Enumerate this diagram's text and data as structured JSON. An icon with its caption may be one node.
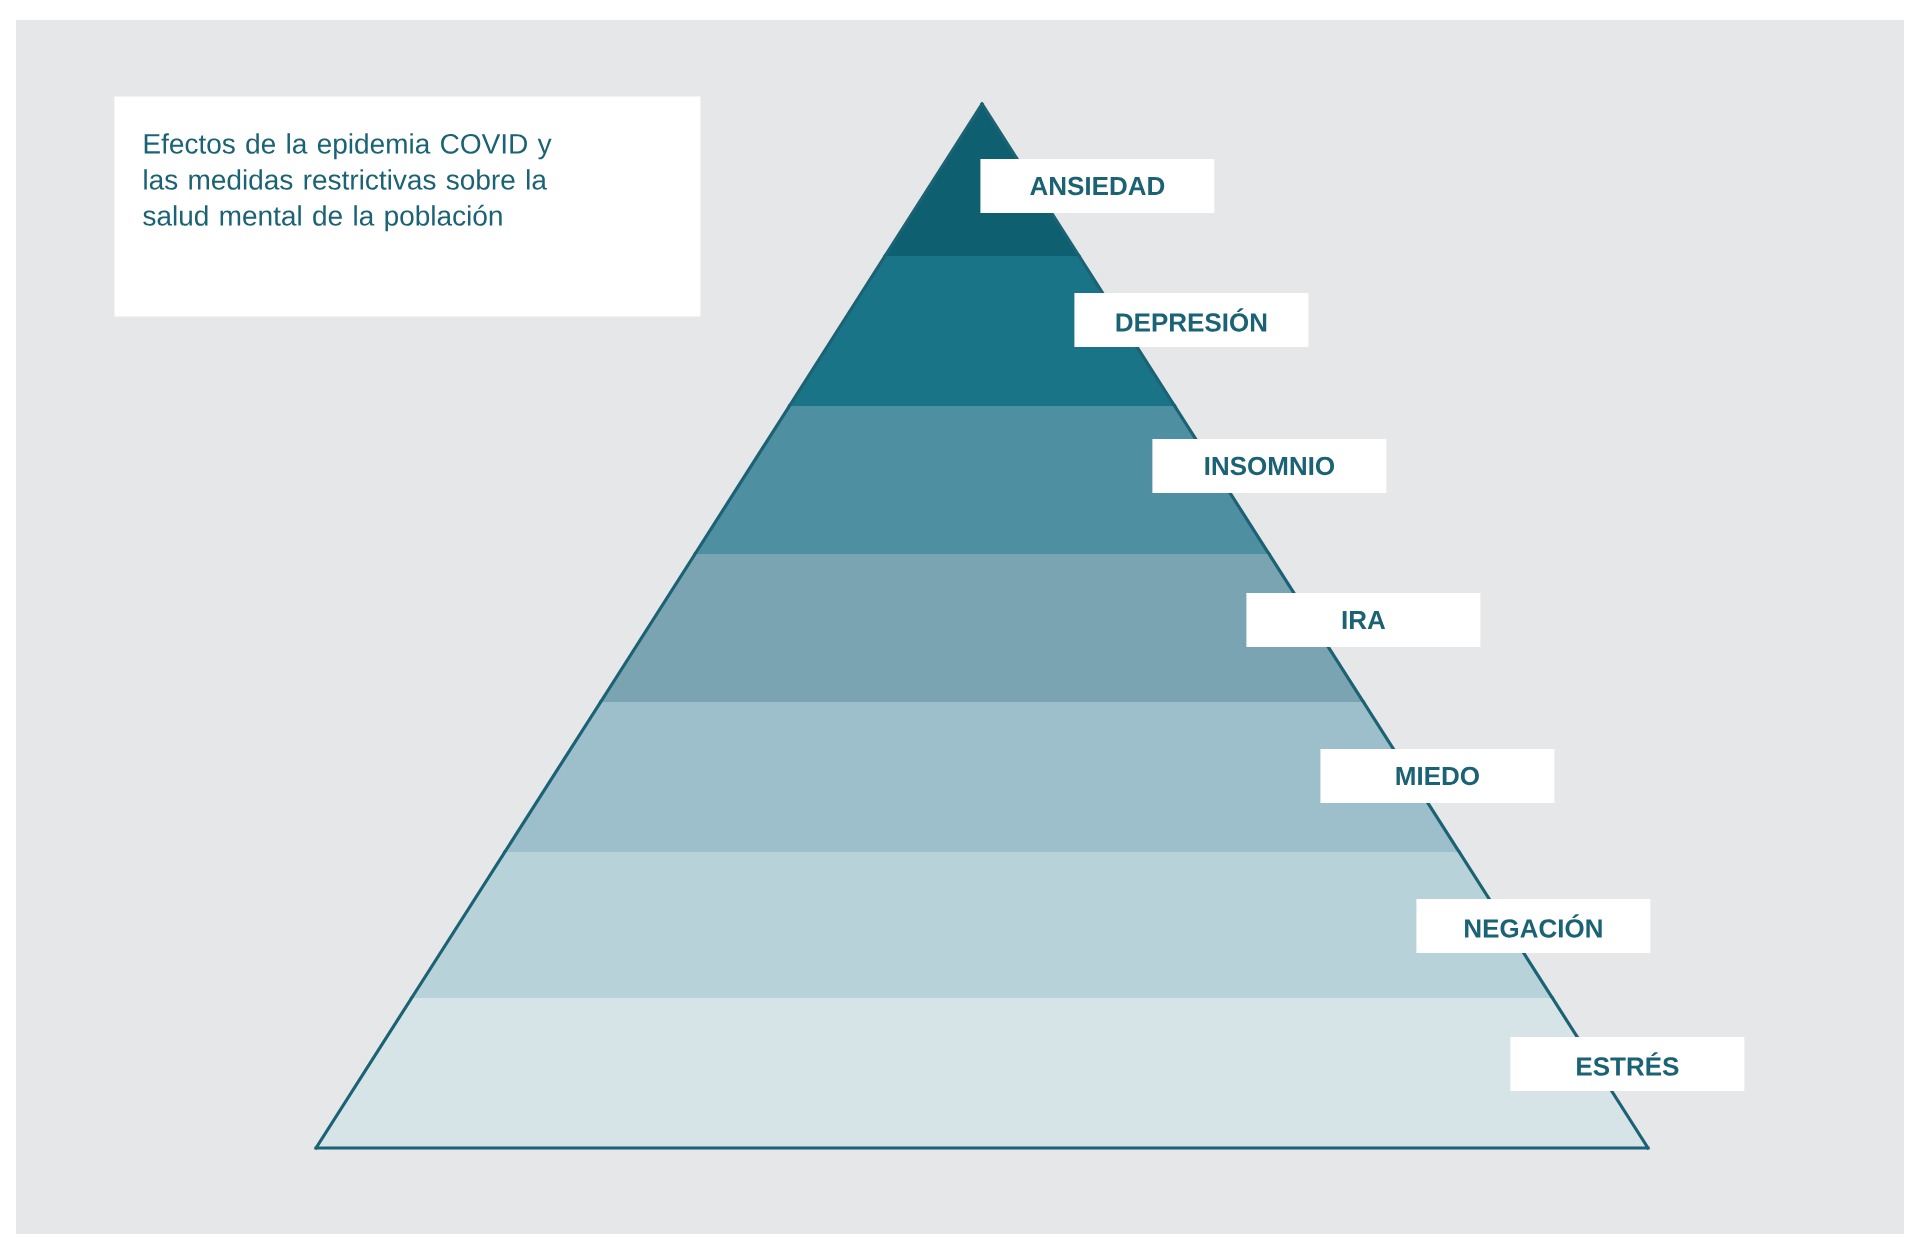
{
  "diagram": {
    "title": "Efectos de la epidemia COVID y las medidas restrictivas sobre la salud mental de la población",
    "nodes": [
      {
        "text": [
          "ANSIEDAD"
        ]
      },
      {
        "text": [
          "DEPRESIÓN"
        ]
      },
      {
        "text": [
          "INSOMNIO"
        ]
      },
      {
        "text": [
          "IRA"
        ]
      },
      {
        "text": [
          "MIEDO"
        ]
      },
      {
        "text": [
          "NEGACIÓN"
        ]
      },
      {
        "text": [
          "ESTRÉS"
        ]
      }
    ]
  }
}
